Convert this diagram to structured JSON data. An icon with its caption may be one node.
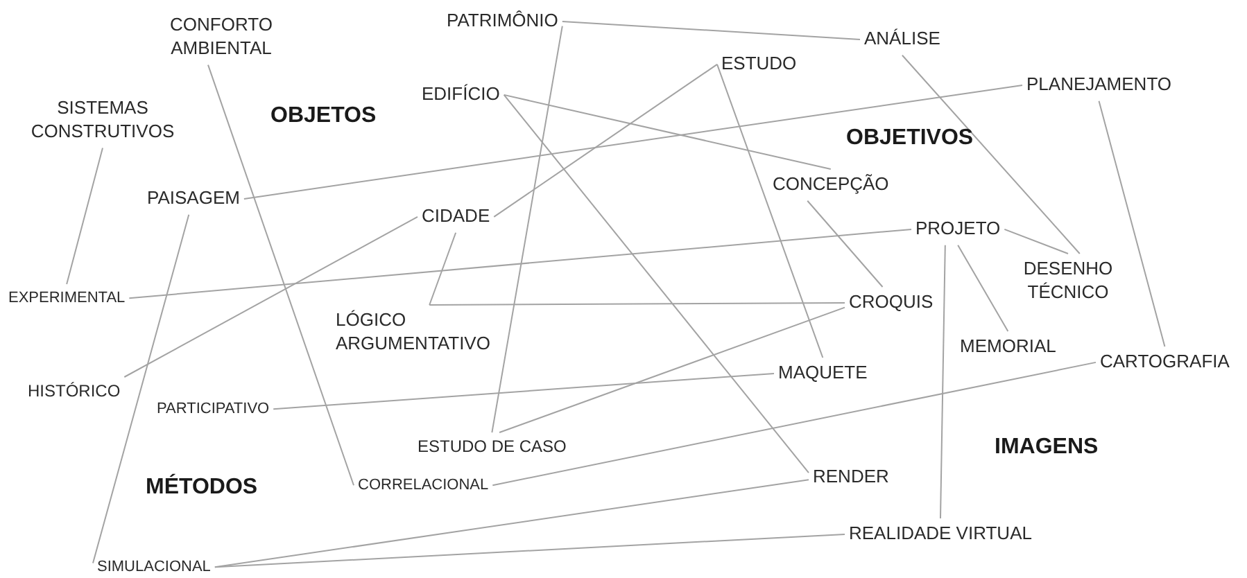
{
  "diagram": {
    "nodes": [
      {
        "text": [
          "PATRIMÔNIO"
        ]
      },
      {
        "text": [
          "ANÁLISE"
        ]
      },
      {
        "text": [
          "CONFORTO AMBIENTAL"
        ]
      },
      {
        "text": [
          "ESTUDO"
        ]
      },
      {
        "text": [
          "EDIFÍCIO"
        ]
      },
      {
        "text": [
          "PLANEJAMENTO"
        ]
      },
      {
        "text": [
          "SISTEMAS CONSTRUTIVOS"
        ]
      },
      {
        "text": [
          "PAISAGEM"
        ]
      },
      {
        "text": [
          "CONCEPÇÃO"
        ]
      },
      {
        "text": [
          "CIDADE"
        ]
      },
      {
        "text": [
          "PROJETO"
        ]
      },
      {
        "text": [
          "DESENHO TÉCNICO"
        ]
      },
      {
        "text": [
          "EXPERIMENTAL"
        ]
      },
      {
        "text": [
          "LÓGICO ARGUMENTATIVO"
        ]
      },
      {
        "text": [
          "CROQUIS"
        ]
      },
      {
        "text": [
          "MEMORIAL"
        ]
      },
      {
        "text": [
          "CARTOGRAFIA"
        ]
      },
      {
        "text": [
          "HISTÓRICO"
        ]
      },
      {
        "text": [
          "MAQUETE"
        ]
      },
      {
        "text": [
          "PARTICIPATIVO"
        ]
      },
      {
        "text": [
          "ESTUDO DE CASO"
        ]
      },
      {
        "text": [
          "CORRELACIONAL"
        ]
      },
      {
        "text": [
          "RENDER"
        ]
      },
      {
        "text": [
          "REALIDADE VIRTUAL"
        ]
      },
      {
        "text": [
          "SIMULACIONAL"
        ]
      }
    ],
    "edges": [
      {
        "from": 0,
        "to": 1,
        "arrow": "none"
      },
      {
        "from": 0,
        "to": 20,
        "arrow": "none"
      },
      {
        "from": 3,
        "to": 9,
        "arrow": "none"
      },
      {
        "from": 3,
        "to": 18,
        "arrow": "none"
      },
      {
        "from": 4,
        "to": 8,
        "arrow": "none"
      },
      {
        "from": 4,
        "to": 22,
        "arrow": "none"
      },
      {
        "from": 5,
        "to": 7,
        "arrow": "none"
      },
      {
        "from": 5,
        "to": 16,
        "arrow": "none"
      },
      {
        "from": 2,
        "to": 21,
        "arrow": "none"
      },
      {
        "from": 6,
        "to": 12,
        "arrow": "none"
      },
      {
        "from": 7,
        "to": 24,
        "arrow": "none"
      },
      {
        "from": 9,
        "to": 17,
        "arrow": "none"
      },
      {
        "from": 13,
        "to": 9,
        "arrow": "none"
      },
      {
        "from": 13,
        "to": 14,
        "arrow": "none"
      },
      {
        "from": 12,
        "to": 10,
        "arrow": "none"
      },
      {
        "from": 8,
        "to": 14,
        "arrow": "none"
      },
      {
        "from": 10,
        "to": 15,
        "arrow": "none"
      },
      {
        "from": 10,
        "to": 23,
        "arrow": "none"
      },
      {
        "from": 10,
        "to": 11,
        "arrow": "none"
      },
      {
        "from": 1,
        "to": 11,
        "arrow": "none"
      },
      {
        "from": 14,
        "to": 20,
        "arrow": "none"
      },
      {
        "from": 19,
        "to": 18,
        "arrow": "none"
      },
      {
        "from": 21,
        "to": 16,
        "arrow": "none"
      },
      {
        "from": 24,
        "to": 22,
        "arrow": "none"
      },
      {
        "from": 24,
        "to": 23,
        "arrow": "none"
      }
    ],
    "labels": [
      "OBJETOS",
      "OBJETIVOS",
      "MÉTODOS",
      "IMAGENS"
    ]
  }
}
